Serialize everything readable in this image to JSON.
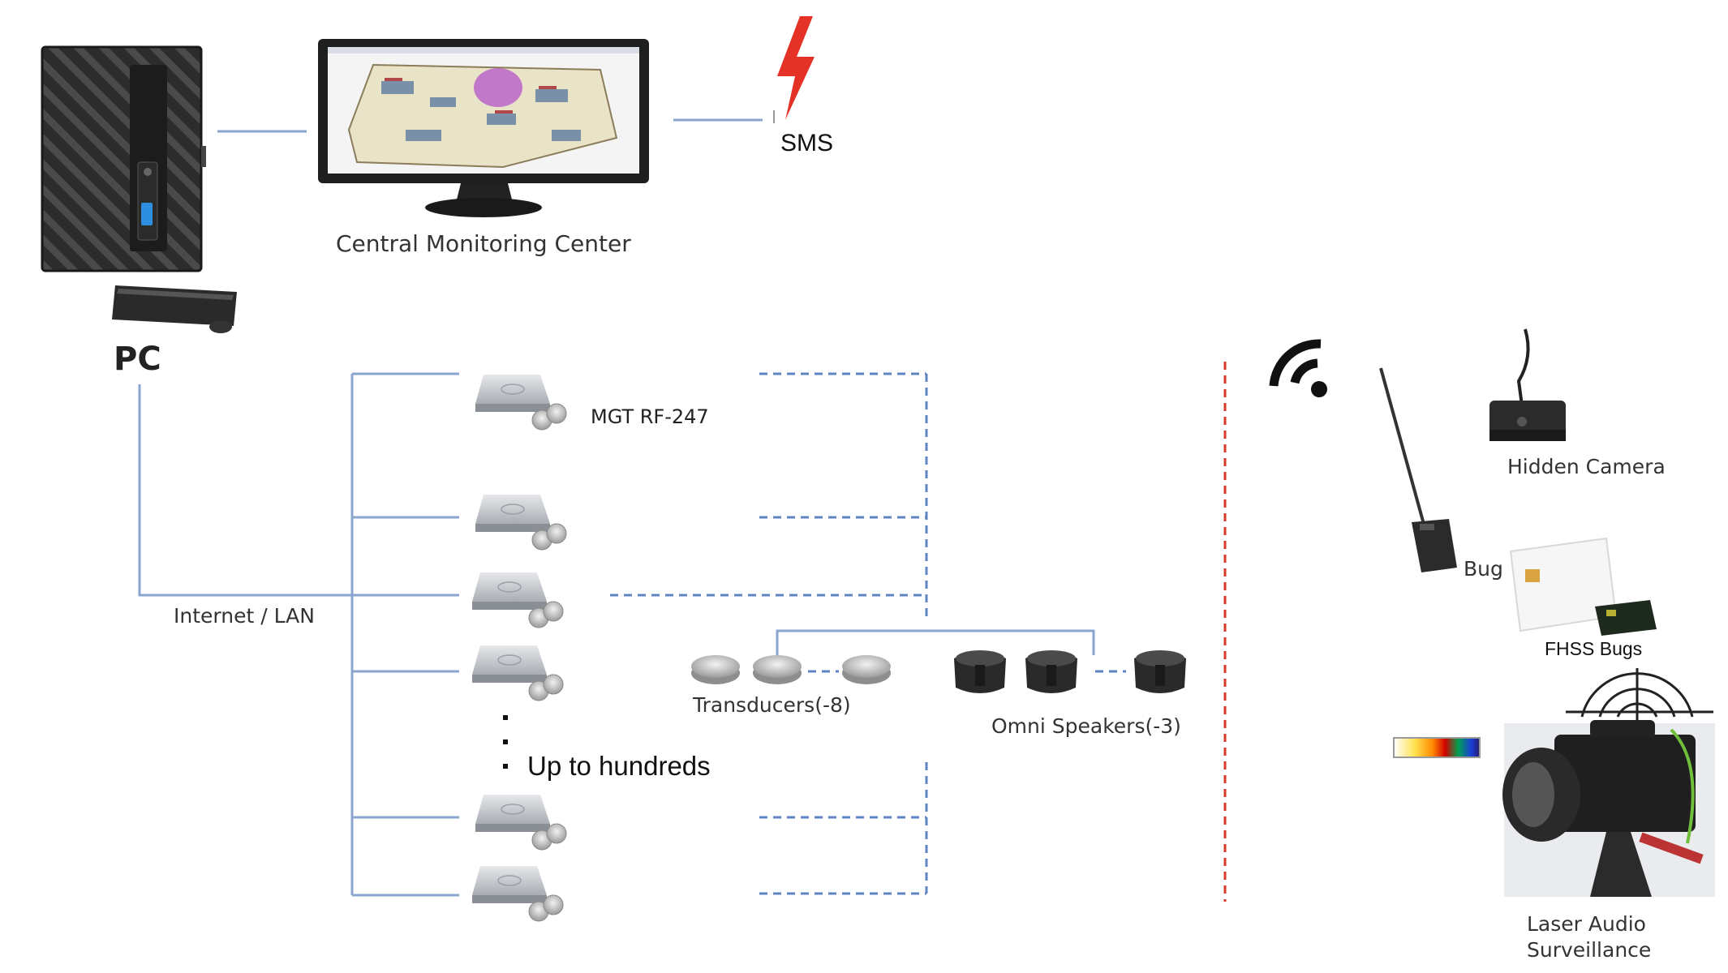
{
  "diagram": {
    "labels": {
      "pc": "PC",
      "central_monitoring": "Central Monitoring Center",
      "sms": "SMS",
      "internet_lan": "Internet / LAN",
      "mgt_device": "MGT RF-247",
      "up_to_hundreds": "Up to hundreds",
      "transducers": "Transducers(-8)",
      "omni_speakers": "Omni Speakers(-3)",
      "hidden_camera": "Hidden Camera",
      "bug": "Bug",
      "fhss_bugs": "FHSS Bugs",
      "laser_audio_line1": "Laser Audio",
      "laser_audio_line2": "Surveillance"
    },
    "colors": {
      "network_line": "#8aa6cf",
      "dashed_line": "#5f84c4",
      "divider": "#d63a2a",
      "sms_bolt": "#e53227",
      "device_body": "#c9ccd0"
    },
    "icons": [
      "pc-tower-icon",
      "keyboard-icon",
      "monitor-icon",
      "lightning-bolt-icon",
      "wireless-signal-icon",
      "antenna-bug-icon",
      "hidden-camera-icon",
      "sim-card-icon",
      "laser-camera-icon",
      "target-crosshair-icon",
      "spectrum-bar-icon"
    ]
  }
}
